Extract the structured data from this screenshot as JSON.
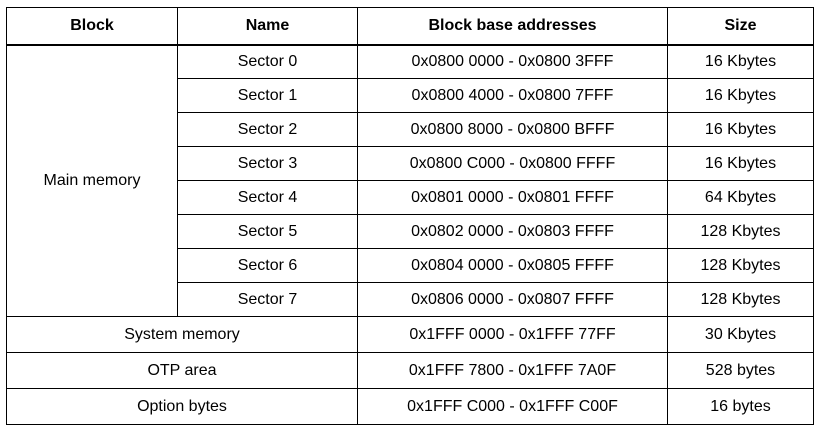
{
  "table": {
    "headers": {
      "block": "Block",
      "name": "Name",
      "addresses": "Block base addresses",
      "size": "Size"
    },
    "main_memory": {
      "label": "Main memory",
      "sectors": [
        {
          "name": "Sector 0",
          "addresses": "0x0800 0000 - 0x0800 3FFF",
          "size": "16 Kbytes"
        },
        {
          "name": "Sector 1",
          "addresses": "0x0800 4000 - 0x0800 7FFF",
          "size": "16 Kbytes"
        },
        {
          "name": "Sector 2",
          "addresses": "0x0800 8000 - 0x0800 BFFF",
          "size": "16 Kbytes"
        },
        {
          "name": "Sector 3",
          "addresses": "0x0800 C000 - 0x0800 FFFF",
          "size": "16 Kbytes"
        },
        {
          "name": "Sector 4",
          "addresses": "0x0801 0000 - 0x0801 FFFF",
          "size": "64 Kbytes"
        },
        {
          "name": "Sector 5",
          "addresses": "0x0802 0000 - 0x0803 FFFF",
          "size": "128 Kbytes"
        },
        {
          "name": "Sector 6",
          "addresses": "0x0804 0000 - 0x0805 FFFF",
          "size": "128 Kbytes"
        },
        {
          "name": "Sector 7",
          "addresses": "0x0806 0000 - 0x0807 FFFF",
          "size": "128 Kbytes"
        }
      ]
    },
    "other_blocks": [
      {
        "name": "System memory",
        "addresses": "0x1FFF 0000 - 0x1FFF 77FF",
        "size": "30 Kbytes"
      },
      {
        "name": "OTP area",
        "addresses": "0x1FFF 7800 - 0x1FFF 7A0F",
        "size": "528 bytes"
      },
      {
        "name": "Option bytes",
        "addresses": "0x1FFF C000 - 0x1FFF C00F",
        "size": "16 bytes"
      }
    ]
  }
}
